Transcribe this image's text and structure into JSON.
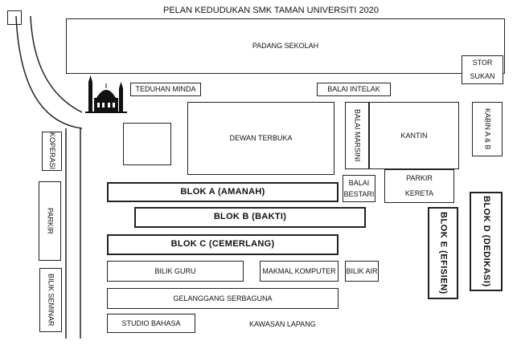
{
  "title": "PELAN KEDUDUKAN SMK TAMAN UNIVERSITI 2020",
  "places": {
    "padang_sekolah": "PADANG SEKOLAH",
    "stor_sukan_1": "STOR",
    "stor_sukan_2": "SUKAN",
    "teduhan_minda": "TEDUHAN MINDA",
    "balai_intelak": "BALAI INTELAK",
    "kabin": "KABIN A & B",
    "dewan_terbuka": "DEWAN TERBUKA",
    "balai_marsini": "BALAI MARSINI",
    "kantin": "KANTIN",
    "koperasi": "KOPERASI",
    "parkir_left": "PARKIR",
    "balai_bestari_1": "BALAI",
    "balai_bestari_2": "BESTARI",
    "parkir_kereta_1": "PARKIR",
    "parkir_kereta_2": "KERETA",
    "blok_a": "BLOK A (AMANAH)",
    "blok_b": "BLOK B (BAKTI)",
    "blok_c": "BLOK C (CEMERLANG)",
    "blok_d": "BLOK D (DEDIKASI)",
    "blok_e": "BLOK E (EFISIEN)",
    "bilik_guru": "BILIK GURU",
    "makmal_komputer": "MAKMAL KOMPUTER",
    "bilik_air": "BILIK AIR",
    "gelanggang": "GELANGGANG SERBAGUNA",
    "bilik_seminar": "BILIK SEMINAR",
    "studio_bahasa": "STUDIO BAHASA",
    "kawasan_lapang": "KAWASAN LAPANG"
  },
  "icons": {
    "mosque": "mosque-icon"
  },
  "colors": {
    "line": "#222222",
    "background": "#ffffff"
  }
}
